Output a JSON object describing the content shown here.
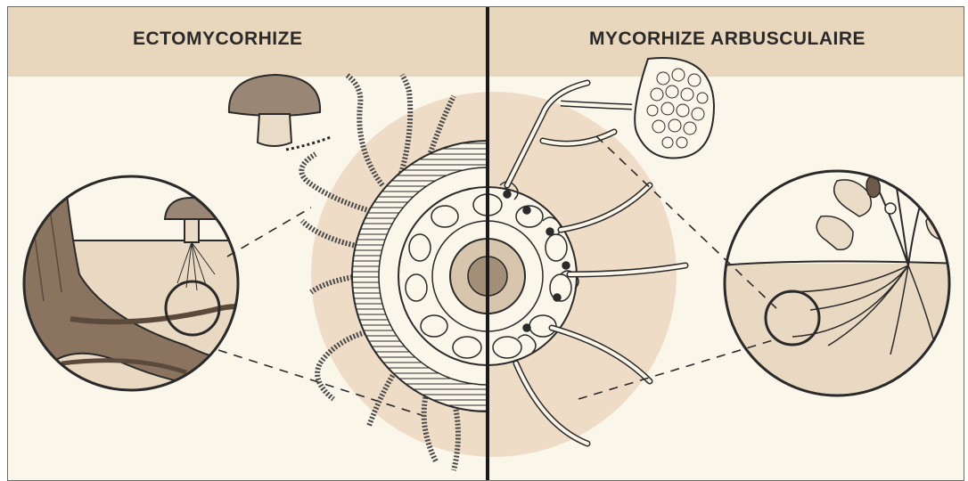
{
  "panels": {
    "left": {
      "title": "ECTOMYCORHIZE"
    },
    "right": {
      "title": "MYCORHIZE ARBUSCULAIRE"
    }
  },
  "colors": {
    "background": "#faf6ea",
    "header_band": "#e8d6bd",
    "soil": "#e9d9c2",
    "halo": "#efdcc7",
    "ink": "#2a2a2a",
    "fungus_cap": "#9a8674",
    "fungus_stem": "#eadcc6"
  },
  "icons": [
    "mushroom",
    "tree-trunk",
    "strawberry-plant",
    "root-cross-section",
    "spore-vesicle",
    "hyphae"
  ]
}
